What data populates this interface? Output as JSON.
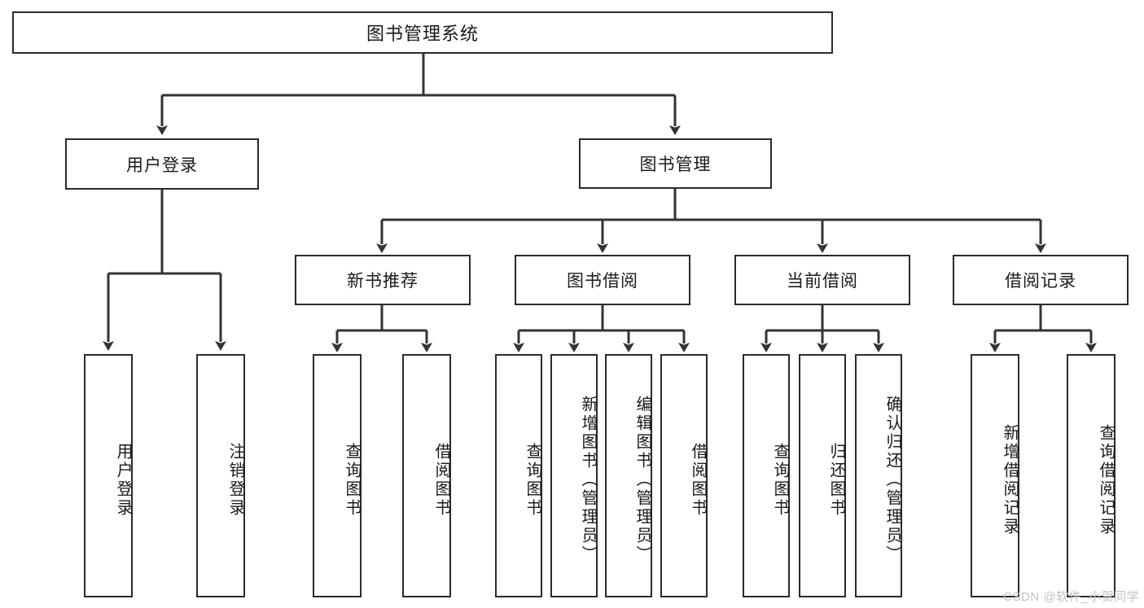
{
  "diagram": {
    "title": "图书管理系统",
    "type": "hierarchy-tree",
    "root": {
      "label": "图书管理系统"
    },
    "level2": [
      {
        "label": "用户登录"
      },
      {
        "label": "图书管理"
      }
    ],
    "level3": [
      {
        "label": "新书推荐"
      },
      {
        "label": "图书借阅"
      },
      {
        "label": "当前借阅"
      },
      {
        "label": "借阅记录"
      }
    ],
    "leaves": {
      "user_login": [
        {
          "label": "用户登录"
        },
        {
          "label": "注销登录"
        }
      ],
      "new_book_recommend": [
        {
          "label": "查询图书"
        },
        {
          "label": "借阅图书"
        }
      ],
      "book_borrow": [
        {
          "label": "查询图书"
        },
        {
          "label": "新增图书（管理员）"
        },
        {
          "label": "编辑图书（管理员）"
        },
        {
          "label": "借阅图书"
        }
      ],
      "current_borrow": [
        {
          "label": "查询图书"
        },
        {
          "label": "归还图书"
        },
        {
          "label": "确认归还（管理员）"
        }
      ],
      "borrow_record": [
        {
          "label": "新增借阅记录"
        },
        {
          "label": "查询借阅记录"
        }
      ]
    },
    "colors": {
      "box_border": "#2b2b2b",
      "box_fill": "#ffffff",
      "text": "#1a1a1a",
      "edge": "#333333",
      "watermark": "#c2c2c2"
    }
  },
  "watermark": {
    "text": "CSDN @软件_小贺同学"
  }
}
